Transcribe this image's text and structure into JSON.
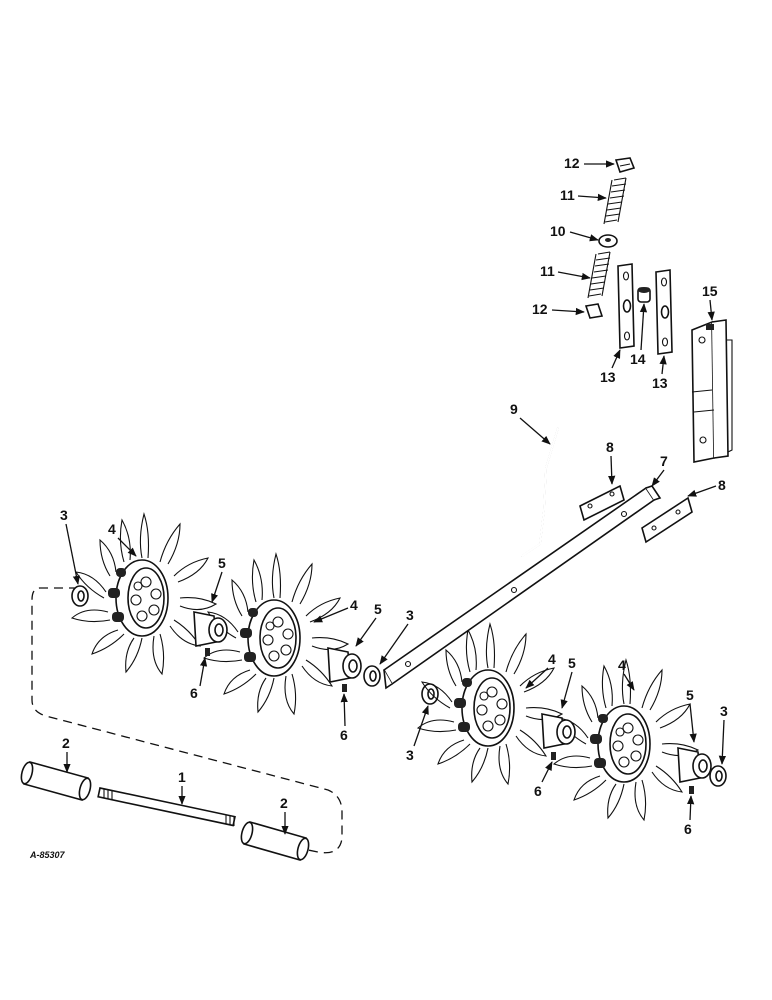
{
  "drawing": {
    "reference": "A-85307",
    "callouts": [
      "1",
      "2",
      "3",
      "4",
      "5",
      "6",
      "7",
      "8",
      "9",
      "10",
      "11",
      "12",
      "13",
      "14",
      "15"
    ]
  }
}
